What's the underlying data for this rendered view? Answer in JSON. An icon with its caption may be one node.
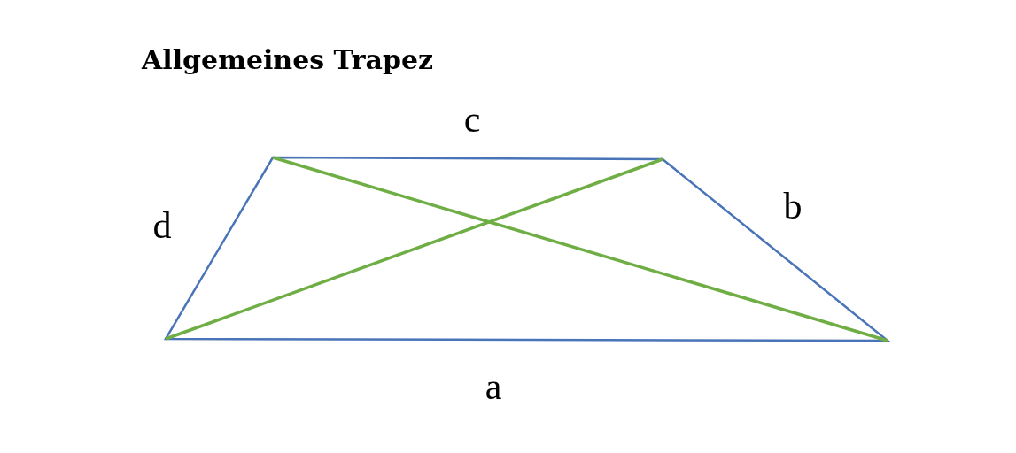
{
  "diagram": {
    "title": "Allgemeines Trapez",
    "labels": [
      "c",
      "b",
      "d",
      "a"
    ]
  }
}
